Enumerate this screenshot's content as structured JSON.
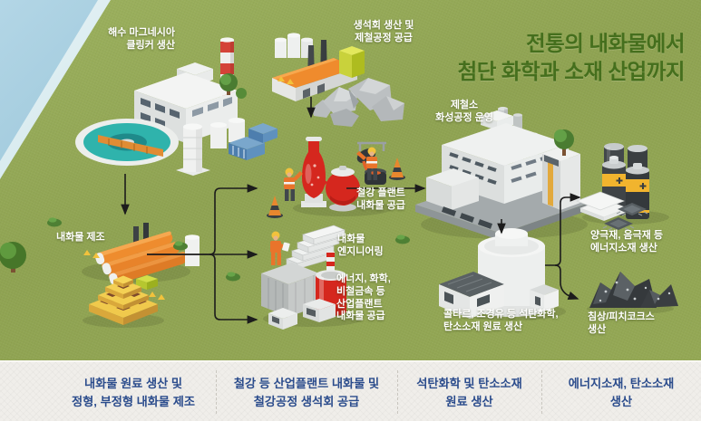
{
  "title": {
    "line1": "전통의 내화물에서",
    "line2": "첨단 화학과 소재 산업까지"
  },
  "labels": {
    "magnesia": {
      "line1": "해수 마그네시아",
      "line2": "클링커 생산"
    },
    "lime": {
      "line1": "생석회 생산 및",
      "line2": "제철공정 공급"
    },
    "steelworks": {
      "line1": "제철소",
      "line2": "화성공정 운영"
    },
    "refractory_manufacturing": {
      "line1": "내화물 제조"
    },
    "steel_plant_supply": {
      "line1": "철강 플랜트",
      "line2": "내화물 공급"
    },
    "engineering": {
      "line1": "내화물",
      "line2": "엔지니어링"
    },
    "industrial_plant": {
      "lines": [
        "에너지, 화학,",
        "비철금속 등",
        "산업플랜트",
        "내화물 공급"
      ]
    },
    "coal_chemical": {
      "line1": "콜타르, 조경유 등 석탄화학,",
      "line2": "탄소소재 원료 생산"
    },
    "energy_materials": {
      "line1": "양극재, 음극재 등",
      "line2": "에너지소재 생산"
    },
    "coke": {
      "line1": "침상/피치코크스",
      "line2": "생산"
    }
  },
  "footer": {
    "items": [
      {
        "line1": "내화물 원료 생산 및",
        "line2": "정형, 부정형 내화물 제조"
      },
      {
        "line1": "철강 등 산업플랜트 내화물 및",
        "line2": "철강공정 생석회 공급"
      },
      {
        "line1": "석탄화학 및 탄소소재",
        "line2": "원료 생산"
      },
      {
        "line1": "에너지소재, 탄소소재",
        "line2": "생산"
      }
    ]
  },
  "colors": {
    "grass": "#92a654",
    "sea": "#a9cfe2",
    "title_green": "#456f1d",
    "label_white": "#ffffff",
    "footer_navy": "#2b4c8c",
    "accent_red": "#d5271e",
    "accent_orange": "#ee8c2e",
    "brick_yellow": "#f0c94c",
    "battery_yellow": "#f1b42e"
  }
}
